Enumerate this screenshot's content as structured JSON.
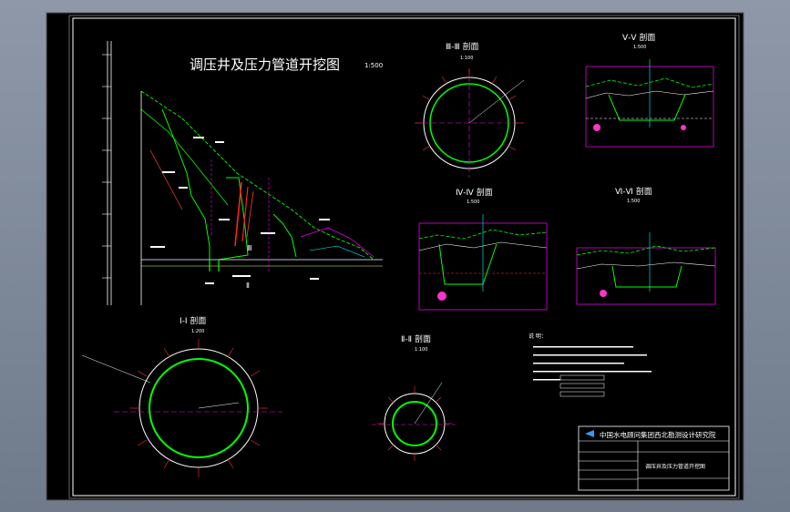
{
  "sheet": {
    "main_title": "调压井及压力管道开挖图",
    "main_scale": "1:500",
    "section_marks": {
      "s3": "Ⅲ-Ⅲ 剖面",
      "s5": "Ⅴ-Ⅴ 剖面",
      "s4": "Ⅳ-Ⅳ 剖面",
      "s6": "Ⅵ-Ⅵ 剖面",
      "s1": "Ⅰ-Ⅰ 剖面",
      "s2": "Ⅱ-Ⅱ 剖面"
    },
    "section_scales": {
      "s3": "1:100",
      "s5": "1:500",
      "s4": "1:500",
      "s6": "1:500",
      "s1": "1:200",
      "s2": "1:100"
    },
    "profile_labels": {
      "roman_three": "Ⅲ",
      "roman_two": "Ⅱ"
    }
  },
  "notes": {
    "heading": "说 明："
  },
  "title_block": {
    "institute": "中国水电顾问集团西北勘测设计研究院",
    "drawing_name": "调压井及压力管道开挖图"
  },
  "colors": {
    "background": "#000000",
    "frame": "#ffffff",
    "rock_line": "#00ff00",
    "section_line": "#ff00ff",
    "dim_red": "#ff3030",
    "text_white": "#ffffff",
    "cyan": "#00ffff"
  }
}
